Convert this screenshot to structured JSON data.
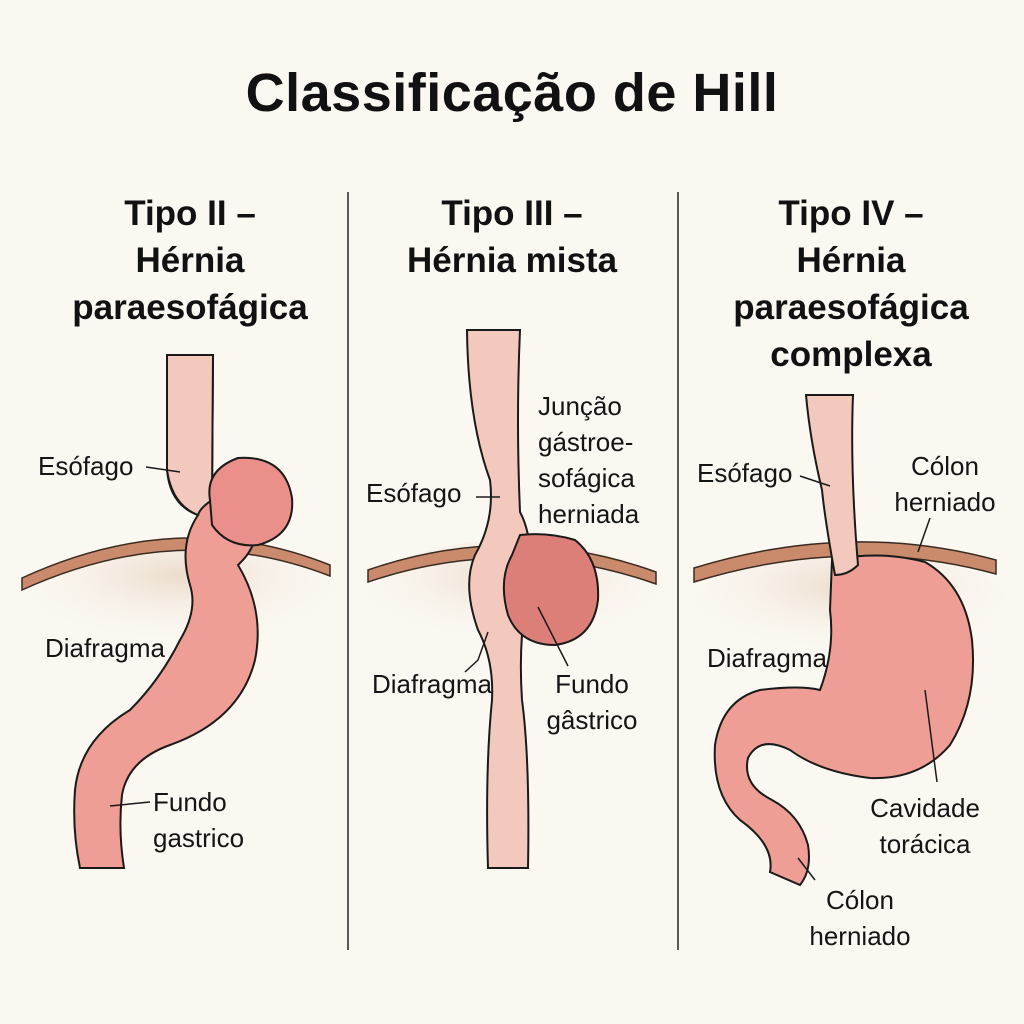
{
  "title": "Classificação de Hill",
  "colors": {
    "background": "#fbf8f2",
    "esophagus_fill": "#f4c9bd",
    "stomach_fill": "#ee9e94",
    "stomach_dark": "#dc7f78",
    "diaphragm": "#c98b6c",
    "outline": "#1a1a1a"
  },
  "panels": [
    {
      "title": "Tipo II –\nHérnia\nparaesofágica",
      "labels": {
        "esofago": "Esófago",
        "diafragma": "Diafragma",
        "fundo": "Fundo\ngastrico"
      }
    },
    {
      "title": "Tipo III –\nHérnia mista",
      "labels": {
        "juncao": "Junção\ngástroe-\nsofágica\nherniada",
        "esofago": "Esófago",
        "diafragma": "Diafragma",
        "fundo": "Fundo\ngâstrico"
      }
    },
    {
      "title": "Tipo IV –\nHérnia\nparaesofágica\ncomplexa",
      "labels": {
        "esofago": "Esófago",
        "colon_top": "Cólon\nherniado",
        "diafragma": "Diafragma",
        "cavidade": "Cavidade\ntorácica",
        "colon_bottom": "Cólon\nherniado"
      }
    }
  ]
}
